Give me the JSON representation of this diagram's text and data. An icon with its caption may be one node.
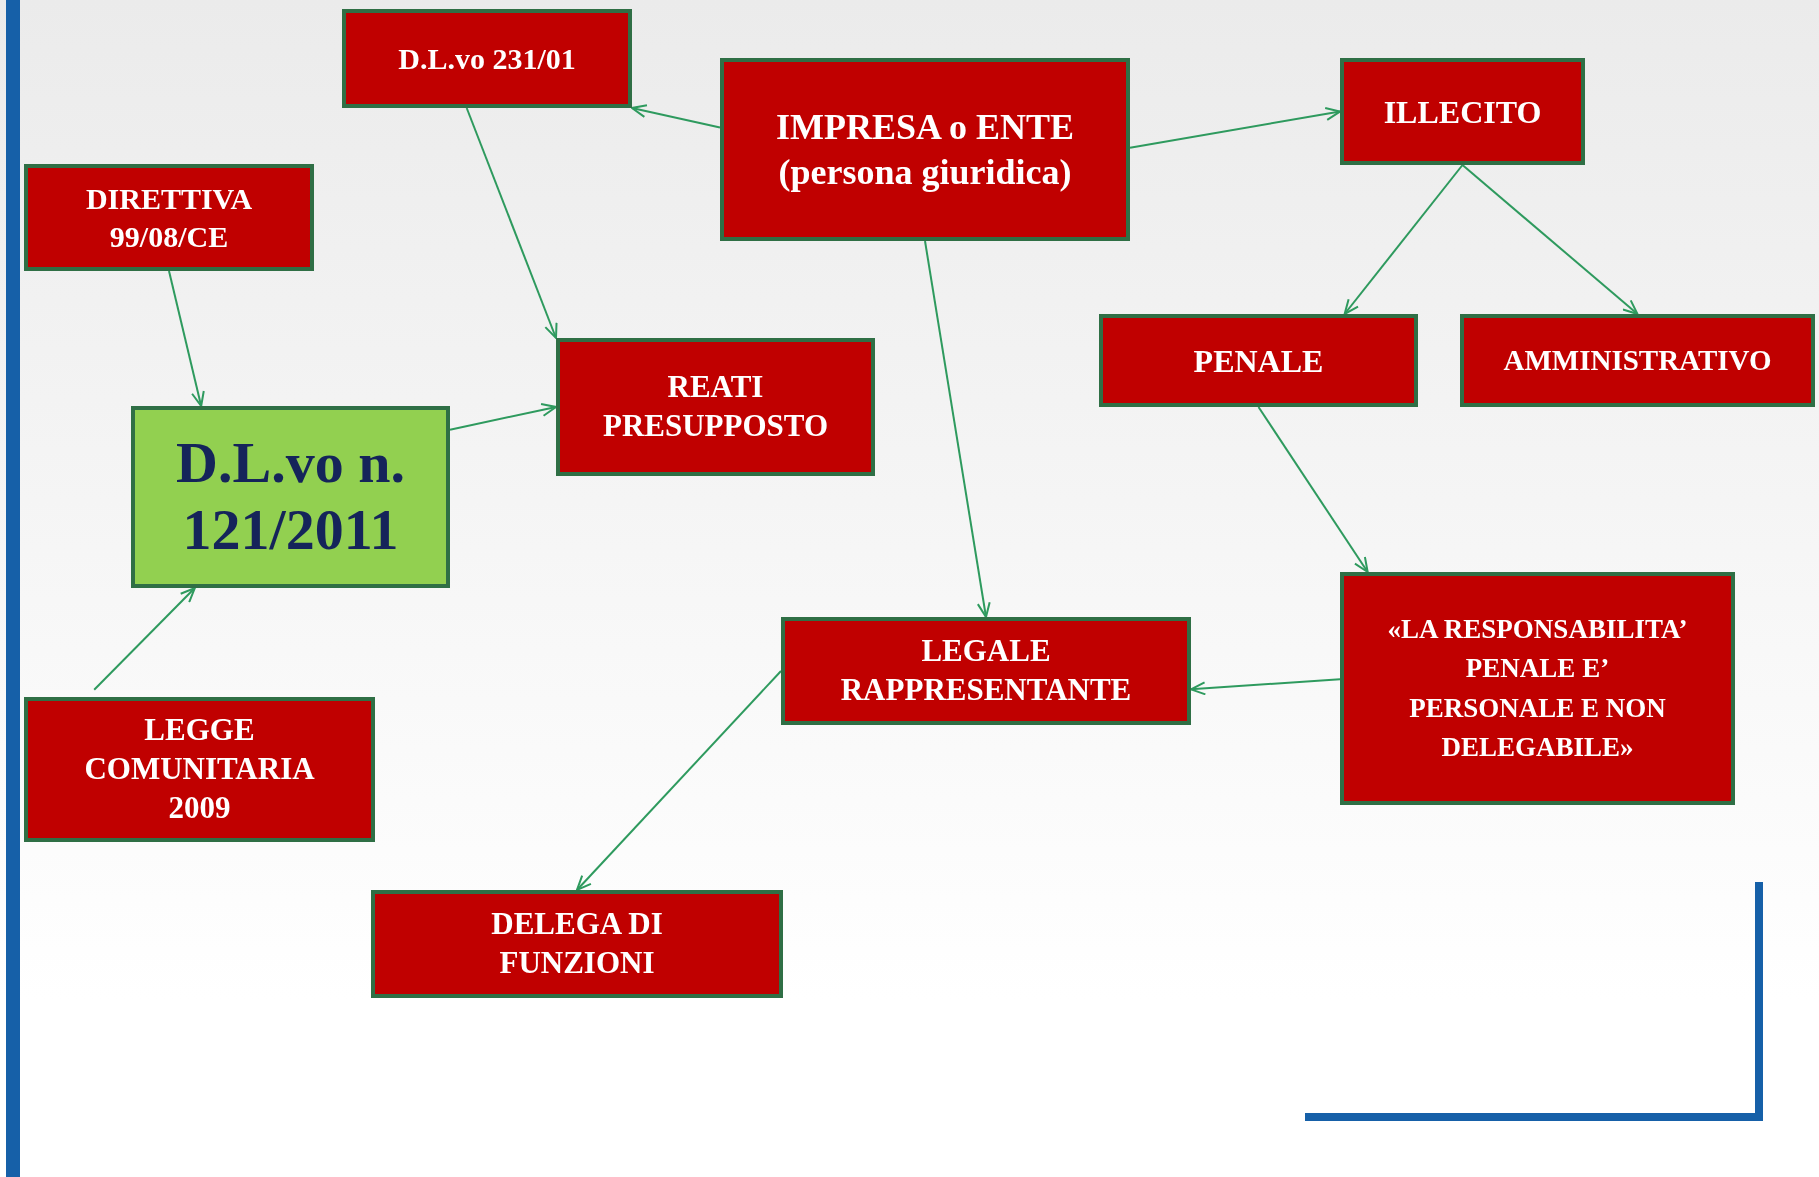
{
  "diagram": {
    "nodes": [
      {
        "text": [
          "D.L.vo 231/01"
        ]
      },
      {
        "text": [
          "IMPRESA o ENTE (persona giuridica)"
        ]
      },
      {
        "text": [
          "ILLECITO"
        ]
      },
      {
        "text": [
          "DIRETTIVA 99/08/CE"
        ]
      },
      {
        "text": [
          "PENALE"
        ]
      },
      {
        "text": [
          "AMMINISTRATIVO"
        ]
      },
      {
        "text": [
          "REATI PRESUPPOSTO"
        ]
      },
      {
        "text": [
          "D.L.vo n. 121/2011"
        ]
      },
      {
        "text": [
          "«LA RESPONSABILITA’ PENALE E’ PERSONALE E NON DELEGABILE»"
        ]
      },
      {
        "text": [
          "LEGALE RAPPRESENTANTE"
        ]
      },
      {
        "text": [
          "LEGGE COMUNITARIA 2009"
        ]
      },
      {
        "text": [
          "DELEGA DI FUNZIONI"
        ]
      }
    ],
    "edges": [
      {
        "from": 1,
        "to": 0,
        "arrow": "to"
      },
      {
        "from": 0,
        "to": 6,
        "arrow": "to"
      },
      {
        "from": 1,
        "to": 2,
        "arrow": "to"
      },
      {
        "from": 2,
        "to": 4,
        "arrow": "to"
      },
      {
        "from": 2,
        "to": 5,
        "arrow": "to"
      },
      {
        "from": 3,
        "to": 7,
        "arrow": "to"
      },
      {
        "from": 7,
        "to": 6,
        "arrow": "to"
      },
      {
        "from": 1,
        "to": 9,
        "arrow": "to"
      },
      {
        "from": 4,
        "to": 8,
        "arrow": "to"
      },
      {
        "from": 8,
        "to": 9,
        "arrow": "to"
      },
      {
        "from": 9,
        "to": 11,
        "arrow": "to"
      },
      {
        "from": 10,
        "to": 7,
        "arrow": "to"
      }
    ]
  }
}
